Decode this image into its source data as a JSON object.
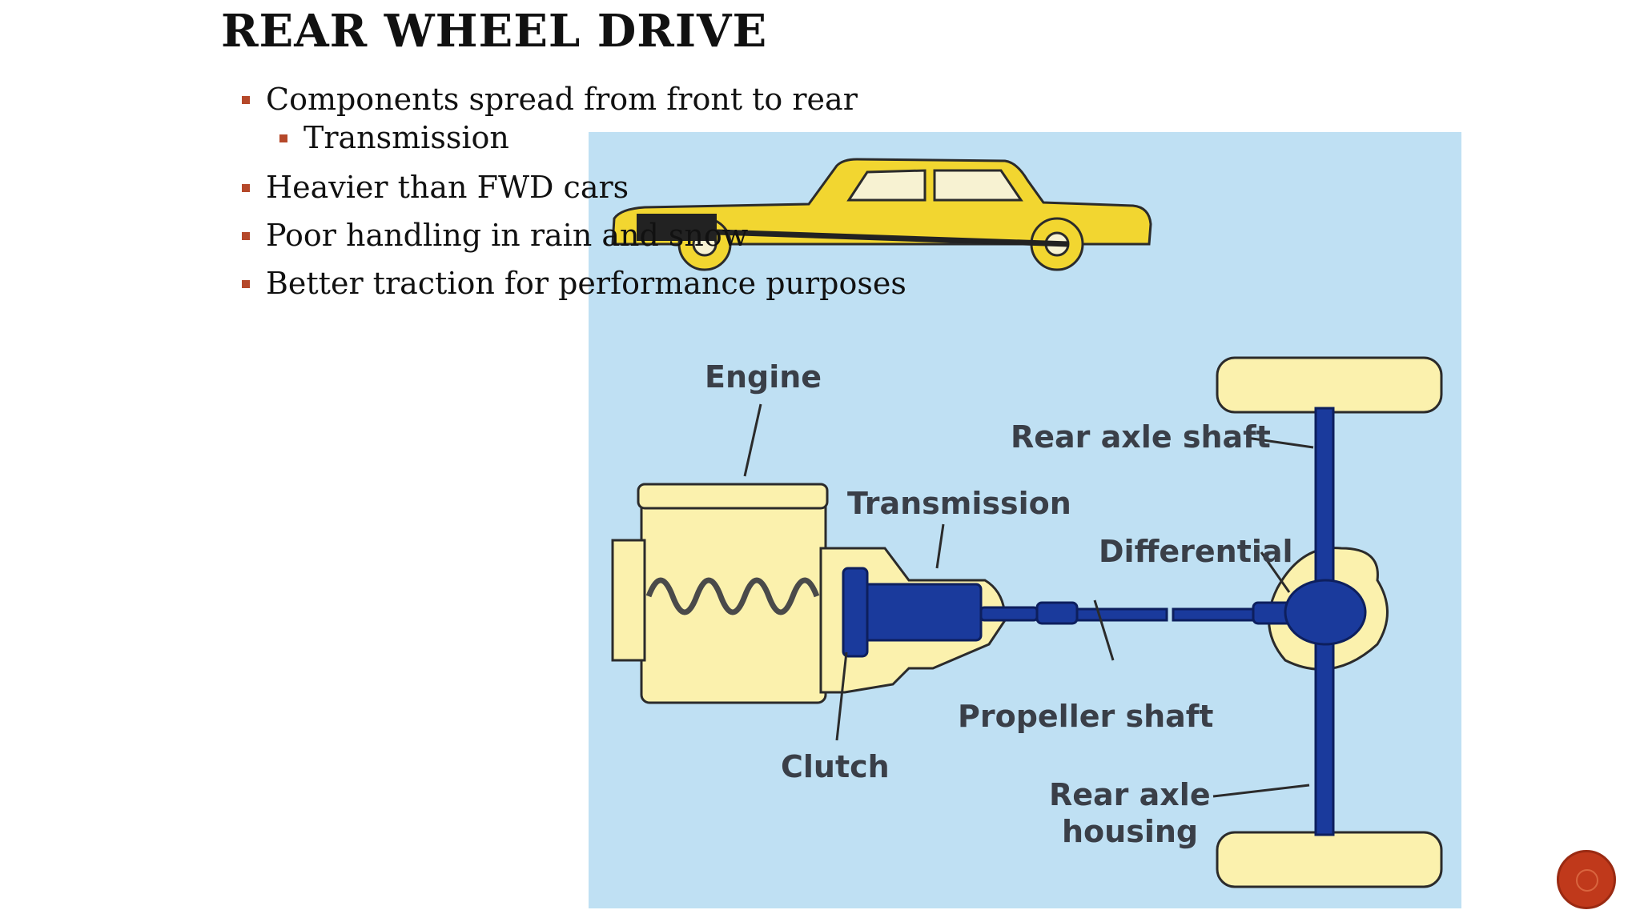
{
  "slide": {
    "title": "Rear Wheel Drive",
    "bullets": [
      "Components spread from front to rear",
      "Transmission",
      "Heavier than FWD cars",
      "Poor handling in rain and snow",
      "Better traction for performance purposes"
    ]
  },
  "diagram": {
    "labels": {
      "engine": "Engine",
      "transmission": "Transmission",
      "clutch": "Clutch",
      "propeller_shaft": "Propeller shaft",
      "differential": "Differential",
      "rear_axle_shaft": "Rear axle shaft",
      "rear_axle_housing_1": "Rear axle",
      "rear_axle_housing_2": "housing"
    },
    "colors": {
      "background": "#bfe0f3",
      "component": "#fbf1ad",
      "drivetrain": "#1a3a9c",
      "car_body": "#f2d630"
    }
  },
  "nav": {
    "icon": "next-slide-icon",
    "color": "#c0391b"
  }
}
